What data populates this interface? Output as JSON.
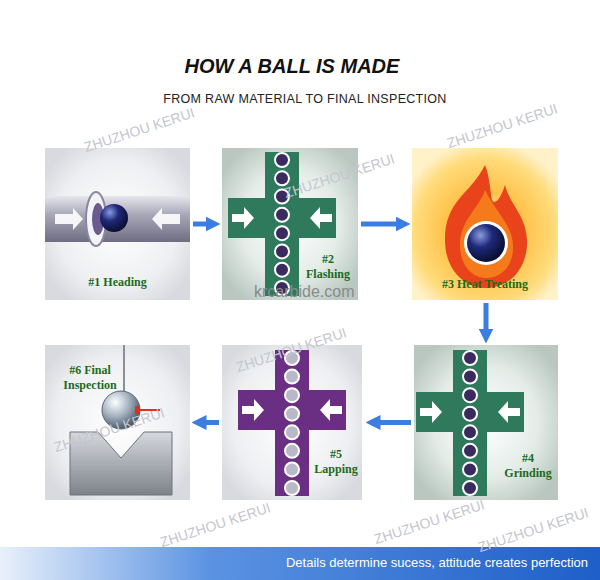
{
  "diagram": {
    "title": "HOW A BALL IS MADE",
    "caption": "Details determine sucess, attitude creates perfection",
    "nodes": [
      {
        "text": [
          "#1 Heading"
        ]
      },
      {
        "text": [
          "#2 Flashing"
        ]
      },
      {
        "text": [
          "#3 Heat Treating"
        ]
      },
      {
        "text": [
          "#4 Grinding"
        ]
      },
      {
        "text": [
          "#5 Lapping"
        ]
      },
      {
        "text": [
          "#6 Final Inspection"
        ]
      }
    ],
    "edges": [
      {
        "from": 0,
        "to": 1,
        "arrow": "to"
      },
      {
        "from": 1,
        "to": 2,
        "arrow": "to"
      },
      {
        "from": 2,
        "to": 3,
        "arrow": "to"
      },
      {
        "from": 3,
        "to": 4,
        "arrow": "to"
      },
      {
        "from": 4,
        "to": 5,
        "arrow": "to"
      }
    ],
    "labels": [
      "FROM RAW MATERIAL TO FINAL INSPECTION",
      "krcarbide.com",
      "ZHUZHOU KERUI",
      "ZHUZHOU KERUI",
      "ZHUZHOU KERUI",
      "ZHUZHOU KERUI",
      "ZHUZHOU KERUI",
      "ZHUZHOU KERUI",
      "ZHUZHOU KERUI",
      "ZHUZHOU KERUI"
    ]
  }
}
